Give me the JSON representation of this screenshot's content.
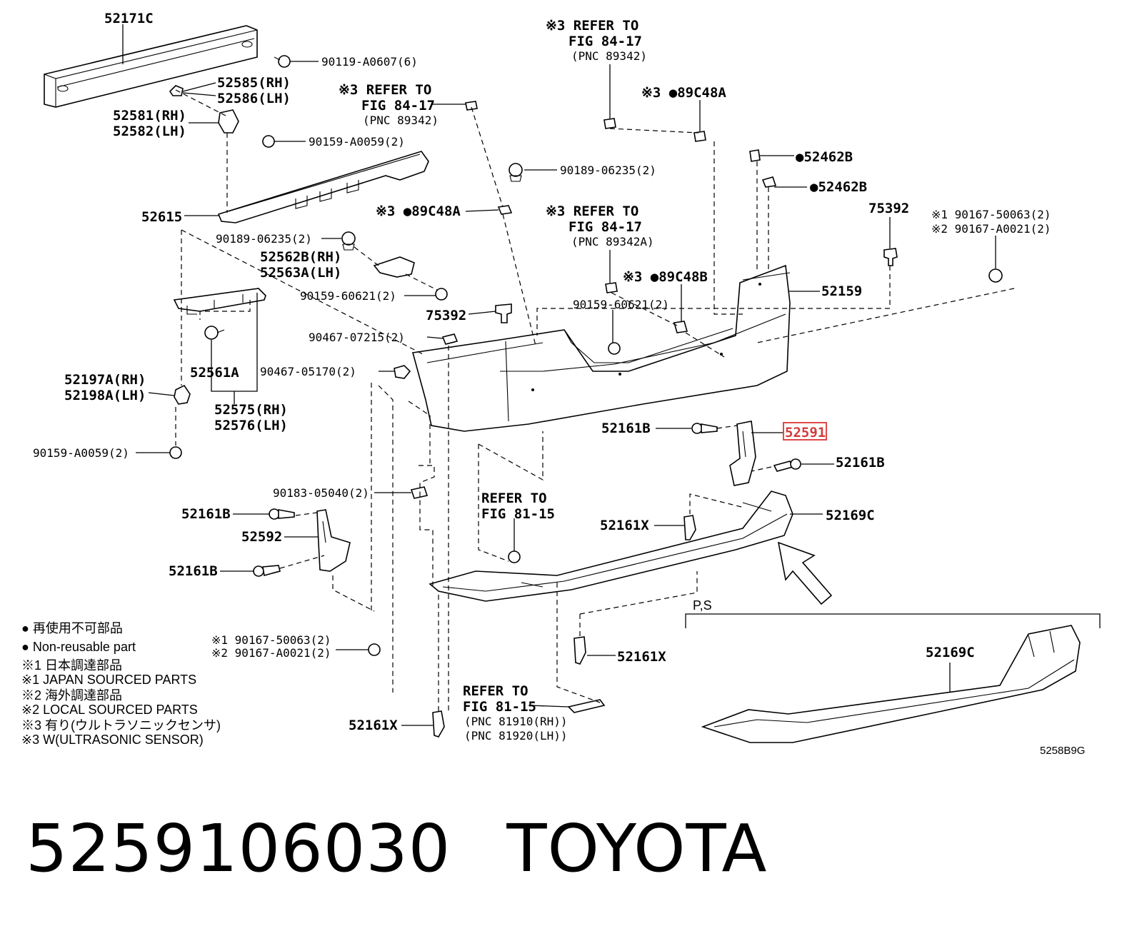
{
  "labels": {
    "l_52171c": "52171C",
    "l_90119": "90119-A0607(6)",
    "l_52585": "52585(RH)",
    "l_52586": "52586(LH)",
    "l_52581": "52581(RH)",
    "l_52582": "52582(LH)",
    "l_90159a": "90159-A0059(2)",
    "l_52615": "52615",
    "l_90189a": "90189-06235(2)",
    "l_52562b": "52562B(RH)",
    "l_52563a": "52563A(LH)",
    "l_90159b": "90159-60621(2)",
    "l_90467a": "90467-07215(2)",
    "l_90467b": "90467-05170(2)",
    "l_52561a": "52561A",
    "l_52197a": "52197A(RH)",
    "l_52198a": "52198A(LH)",
    "l_52575": "52575(RH)",
    "l_52576": "52576(LH)",
    "l_90159c": "90159-A0059(2)",
    "l_90183": "90183-05040(2)",
    "l_52161b_l": "52161B",
    "l_52592": "52592",
    "l_52161b_l2": "52161B",
    "l_75392a": "75392",
    "l_ref1_a": "※3 REFER TO",
    "l_ref1_b": "FIG 84-17",
    "l_ref1_c": "(PNC 89342)",
    "l_89c48a_1": "※3 ●89C48A",
    "l_ref2_a": "※3 REFER TO",
    "l_ref2_b": "FIG 84-17",
    "l_ref2_c": "(PNC 89342)",
    "l_89c48a_2": "※3 ●89C48A",
    "l_52462b_1": "●52462B",
    "l_52462b_2": "●52462B",
    "l_90189b": "90189-06235(2)",
    "l_ref3_a": "※3 REFER TO",
    "l_ref3_b": "FIG 84-17",
    "l_ref3_c": "(PNC 89342A)",
    "l_89c48b": "※3 ●89C48B",
    "l_90159d": "90159-60621(2)",
    "l_75392b": "75392",
    "l_90167a_1": "※1 90167-50063(2)",
    "l_90167a_2": "※2 90167-A0021(2)",
    "l_52159": "52159",
    "l_52161b_r": "52161B",
    "l_52591": "52591",
    "l_52161b_r2": "52161B",
    "l_52161x_c": "52161X",
    "l_52169c": "52169C",
    "l_ref4_a": "REFER TO",
    "l_ref4_b": "FIG 81-15",
    "l_52161x_b": "52161X",
    "l_90167b_1": "※1 90167-50063(2)",
    "l_90167b_2": "※2 90167-A0021(2)",
    "l_52161x_l": "52161X",
    "l_ref5_a": "REFER TO",
    "l_ref5_b": "FIG 81-15",
    "l_ref5_c": "(PNC 81910(RH))",
    "l_ref5_d": "(PNC 81920(LH))",
    "l_ps": "P,S",
    "l_52169c_ps": "52169C",
    "l_code": "5258B9G"
  },
  "legend": [
    "● 再使用不可部品",
    "● Non-reusable part",
    "※1 日本調達部品",
    "※1 JAPAN SOURCED PARTS",
    "※2 海外調達部品",
    "※2 LOCAL SOURCED PARTS",
    "※3 有り(ウルトラソニックセンサ)",
    "※3 W(ULTRASONIC SENSOR)"
  ],
  "footer": {
    "part_number": "5259106030",
    "brand": "TOYOTA"
  },
  "colors": {
    "highlight": "#e04848"
  }
}
